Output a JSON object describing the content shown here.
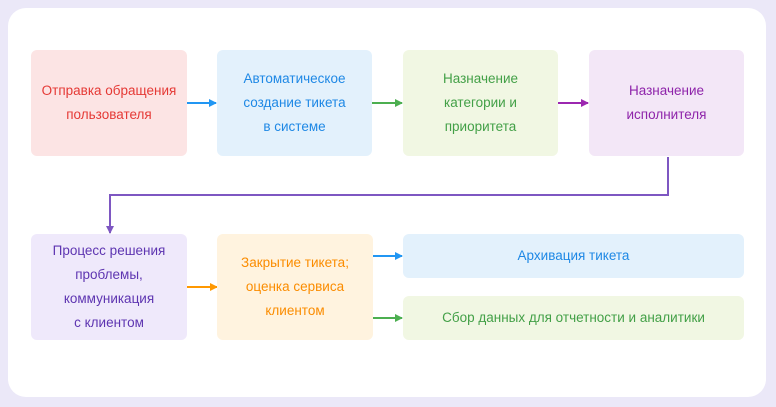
{
  "colors": {
    "page_bg": "#ebe8f8",
    "card_bg": "#ffffff",
    "red_fill": "#fce4e4",
    "red_text": "#e53935",
    "blue_fill": "#e3f1fc",
    "blue_text": "#1e88e5",
    "green_fill": "#f1f7e3",
    "green_text": "#43a047",
    "purple_fill": "#f3e7f7",
    "purple_text": "#8e24aa",
    "lavender_fill": "#efe9fb",
    "lavender_text": "#5e35b1",
    "orange_fill": "#fff3df",
    "orange_text": "#fb8c00",
    "arrow_blue": "#2196f3",
    "arrow_green": "#4caf50",
    "arrow_purple": "#9c27b0",
    "arrow_violet": "#7e57c2",
    "arrow_orange": "#ff9800"
  },
  "steps": [
    {
      "label": "Отправка обращения\nпользователя"
    },
    {
      "label": "Автоматическое\nсоздание тикета\nв системе"
    },
    {
      "label": "Назначение\nкатегории и\nприоритета"
    },
    {
      "label": "Назначение\nисполнителя"
    },
    {
      "label": "Процесс решения\nпроблемы,\nкоммуникация\nс клиентом"
    },
    {
      "label": "Закрытие тикета;\nоценка сервиса\nклиентом"
    },
    {
      "label": "Архивация тикета"
    },
    {
      "label": "Сбор данных для отчетности и аналитики"
    }
  ]
}
